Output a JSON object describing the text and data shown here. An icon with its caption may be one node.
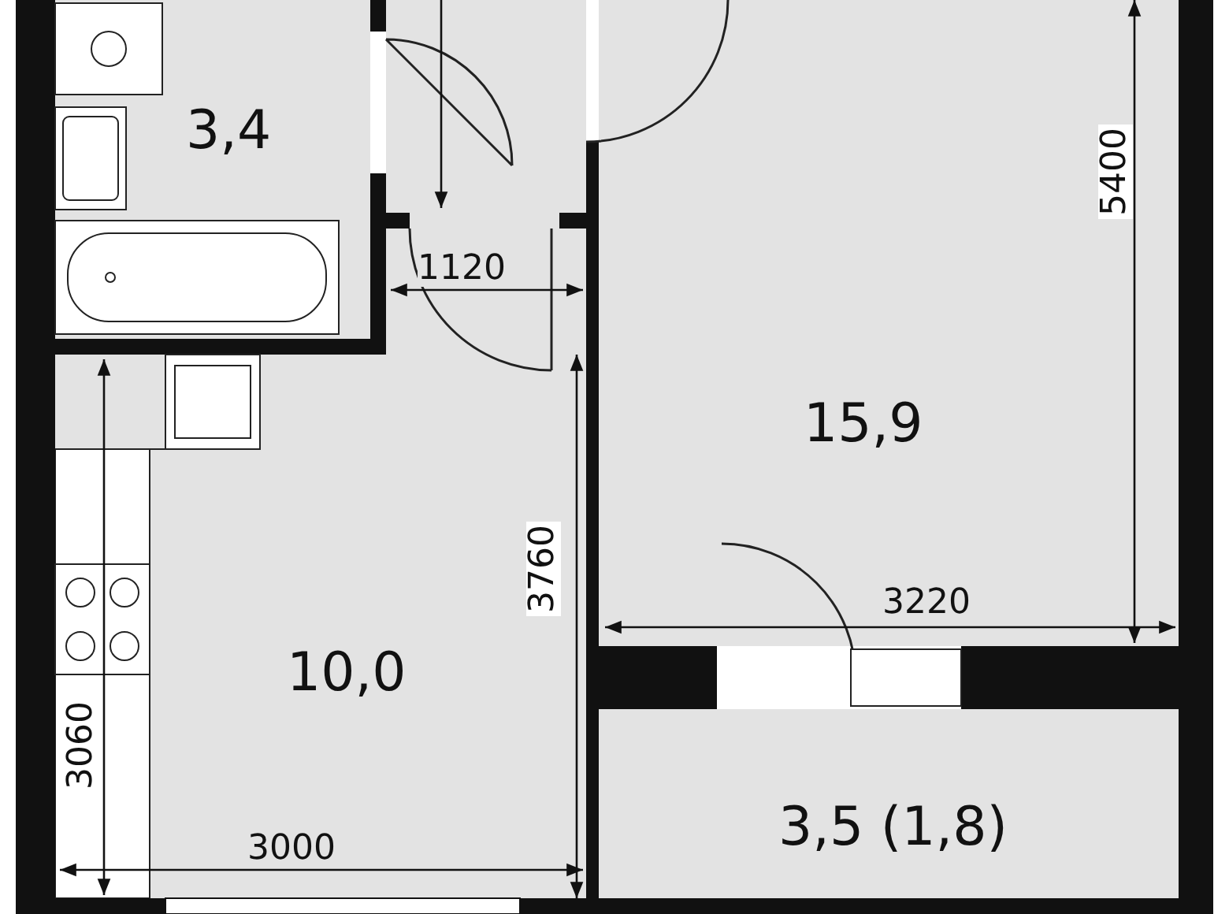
{
  "diagram": {
    "labels": [
      "3,4",
      "5400",
      "1120",
      "15,9",
      "3760",
      "3220",
      "10,0",
      "3060",
      "3000",
      "3,5 (1,8)"
    ]
  }
}
